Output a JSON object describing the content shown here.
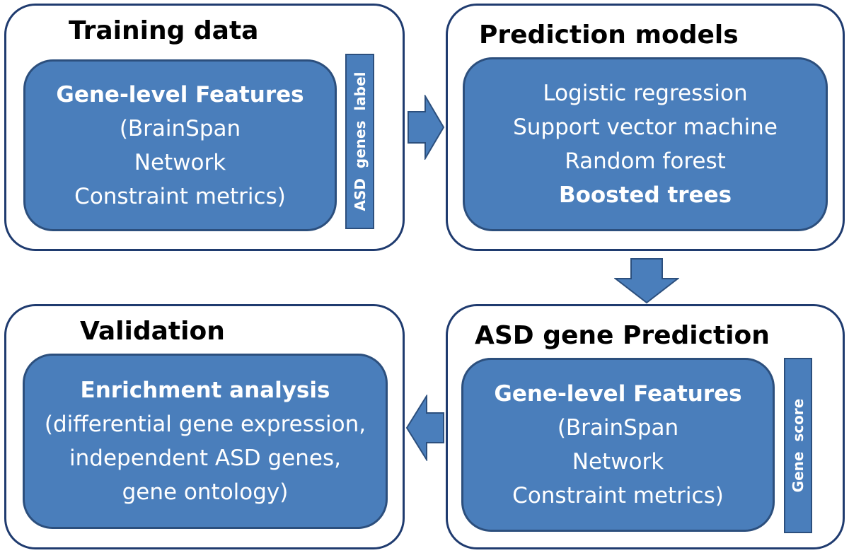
{
  "panels": {
    "training": {
      "title": "Training data",
      "inner_lines": [
        "Gene-level Features",
        "(BrainSpan",
        "Network",
        "Constraint metrics)"
      ],
      "side_label": "ASD  genes  label"
    },
    "prediction_models": {
      "title": "Prediction models",
      "inner_lines": [
        "Logistic regression",
        "Support vector machine",
        "Random forest",
        "Boosted trees"
      ]
    },
    "asd_prediction": {
      "title": "ASD gene Prediction",
      "inner_lines": [
        "Gene-level Features",
        "(BrainSpan",
        "Network",
        "Constraint metrics)"
      ],
      "side_label": "Gene  score"
    },
    "validation": {
      "title": "Validation",
      "inner_lines": [
        "Enrichment analysis",
        "(differential  gene expression,",
        "independent  ASD genes,",
        "gene ontology)"
      ]
    }
  },
  "colors": {
    "panel_border": "#1f3b6f",
    "box_fill": "#4a7ebb",
    "box_border": "#2c4f7d",
    "arrow_fill": "#4a7ebb"
  }
}
